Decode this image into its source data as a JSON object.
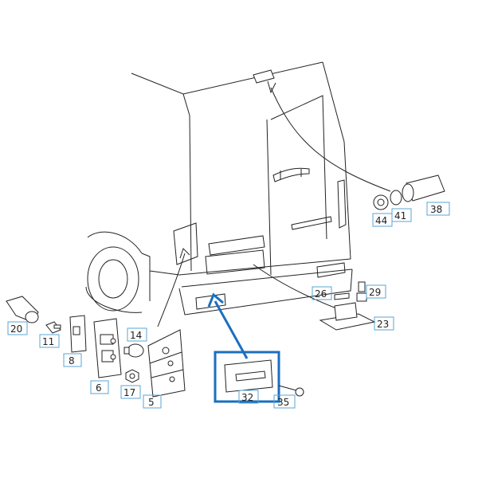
{
  "callouts": [
    {
      "id": "20",
      "label": "20"
    },
    {
      "id": "11",
      "label": "11"
    },
    {
      "id": "8",
      "label": "8"
    },
    {
      "id": "6",
      "label": "6"
    },
    {
      "id": "14",
      "label": "14"
    },
    {
      "id": "17",
      "label": "17"
    },
    {
      "id": "5",
      "label": "5"
    },
    {
      "id": "32",
      "label": "32"
    },
    {
      "id": "35",
      "label": "35"
    },
    {
      "id": "26",
      "label": "26"
    },
    {
      "id": "29",
      "label": "29"
    },
    {
      "id": "23",
      "label": "23"
    },
    {
      "id": "44",
      "label": "44"
    },
    {
      "id": "41",
      "label": "41"
    },
    {
      "id": "38",
      "label": "38"
    }
  ],
  "colors": {
    "line": "#222222",
    "callout_box": "#5aa6d6",
    "highlight": "#1b6fbf"
  },
  "highlighted_part": "32"
}
